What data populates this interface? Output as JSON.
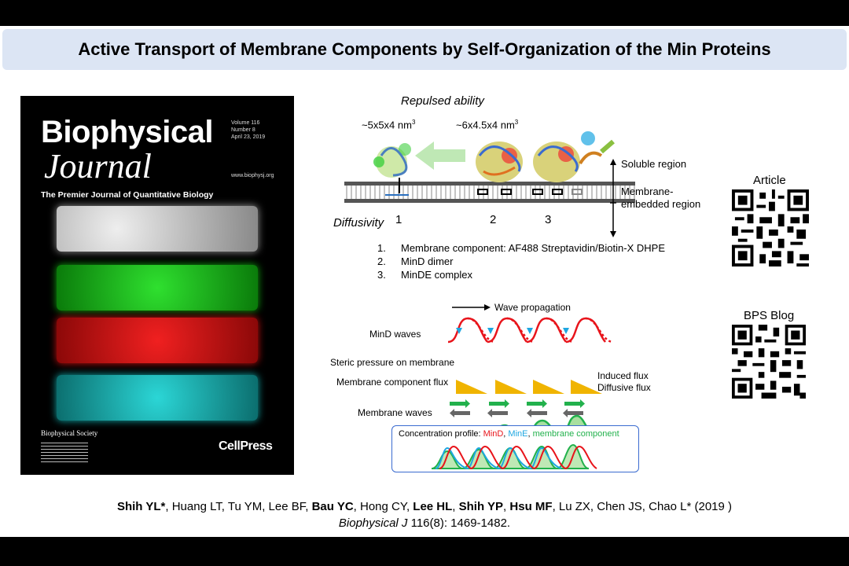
{
  "title": "Active Transport of Membrane Components by Self-Organization of the Min Proteins",
  "cover": {
    "journal_line1": "Biophysical",
    "journal_line2": "Journal",
    "volume": "Volume 116",
    "number": "Number 8",
    "date": "April 23, 2019",
    "website": "www.biophysj.org",
    "subtitle": "The Premier Journal of Quantitative Biology",
    "society": "Biophysical Society",
    "publisher": "CellPress",
    "band_colors": [
      "#cfcfcf",
      "#1fd01f",
      "#e01414",
      "#1ec8c8"
    ]
  },
  "schematic": {
    "repulsed_label": "Repulsed ability",
    "size1": "~5x5x4 nm",
    "size1_sup": "3",
    "size2": "~6x4.5x4 nm",
    "size2_sup": "3",
    "soluble_region": "Soluble region",
    "membrane_region_1": "Membrane-",
    "membrane_region_2": "embedded region",
    "diffusivity_label": "Diffusivity",
    "num1": "1",
    "num2": "2",
    "num3": "3",
    "legend": [
      {
        "num": "1.",
        "text": "Membrane component: AF488 Streptavidin/Biotin-X DHPE"
      },
      {
        "num": "2.",
        "text": "MinD dimer"
      },
      {
        "num": "3.",
        "text": "MinDE complex"
      }
    ]
  },
  "waves": {
    "propagation": "Wave propagation",
    "mind_waves": "MinD waves",
    "steric": "Steric pressure on membrane",
    "flux_label": "Membrane component flux",
    "induced_flux": "Induced flux",
    "diffusive_flux": "Diffusive flux",
    "membrane_waves": "Membrane waves",
    "conc_prefix": "Concentration profile: ",
    "conc_mind": "MinD",
    "conc_sep1": ", ",
    "conc_mine": "MinE",
    "conc_sep2": ", ",
    "conc_mem": "membrane component",
    "colors": {
      "mind": "#e8141b",
      "mine": "#1ea7e1",
      "membrane": "#22b14c",
      "steric": "#f0b400"
    }
  },
  "qr": {
    "article_label": "Article",
    "blog_label": "BPS Blog"
  },
  "citation": {
    "a1": "Shih YL*",
    "t1": ", Huang LT, Tu YM, Lee BF, ",
    "a2": "Bau YC",
    "t2": ", Hong CY, ",
    "a3": "Lee HL",
    "t3": ", ",
    "a4": "Shih YP",
    "t4": ", ",
    "a5": "Hsu MF",
    "t5": ", Lu ZX, Chen JS, Chao L* (2019 )",
    "journal": "Biophysical J",
    "ref": " 116(8): 1469-1482."
  }
}
